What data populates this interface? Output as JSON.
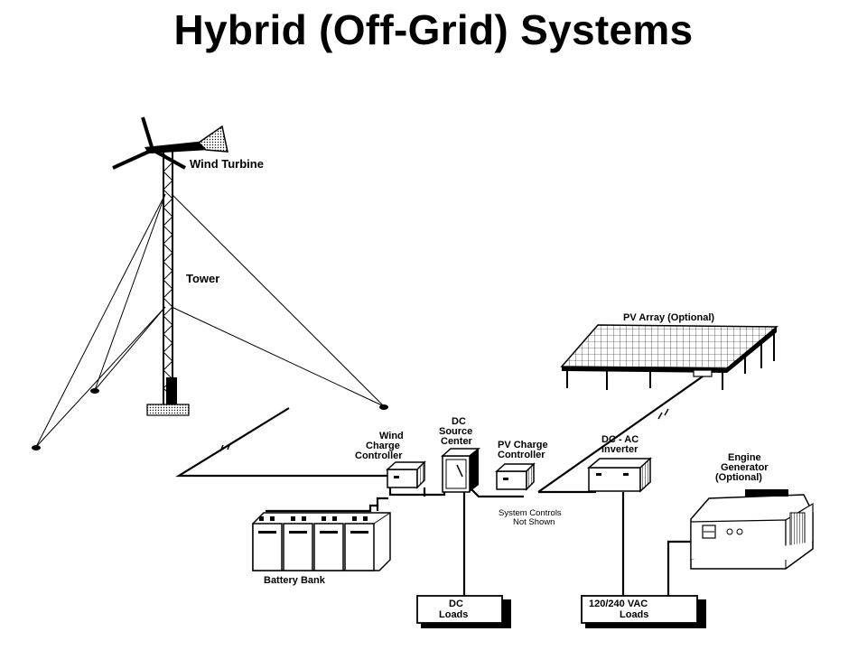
{
  "title": "Hybrid (Off-Grid) Systems",
  "labels": {
    "wind_turbine": "Wind Turbine",
    "tower": "Tower",
    "pv_array": "PV Array (Optional)",
    "wind_charge_controller": [
      "Wind",
      "Charge",
      "Controller"
    ],
    "dc_source_center": [
      "DC",
      "Source",
      "Center"
    ],
    "pv_charge_controller": [
      "PV Charge",
      "Controller"
    ],
    "inverter": [
      "DC - AC",
      "Inverter"
    ],
    "engine_generator": [
      "Engine",
      "Generator",
      "(Optional)"
    ],
    "battery_bank": "Battery Bank",
    "system_controls": [
      "System Controls",
      "Not Shown"
    ],
    "dc_loads": [
      "DC",
      "Loads"
    ],
    "ac_loads": [
      "120/240 VAC",
      "Loads"
    ]
  }
}
